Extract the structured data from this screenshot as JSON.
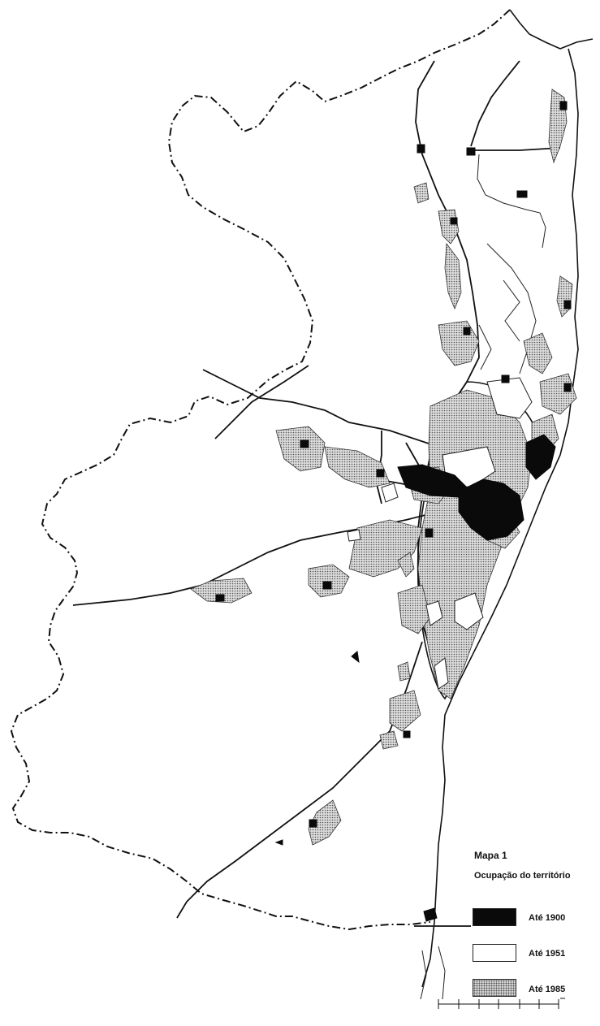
{
  "map": {
    "title": "Mapa 1",
    "subtitle": "Ocupação do território",
    "legend": [
      {
        "label": "Até 1900",
        "style": "solid-black",
        "color": "#0a0a0a"
      },
      {
        "label": "Até 1951",
        "style": "white",
        "color": "#ffffff"
      },
      {
        "label": "Até 1985",
        "style": "dotted-gray",
        "color": "#c8c8c8"
      }
    ],
    "colors": {
      "boundary": "#111111",
      "ink": "#0a0a0a",
      "stipple": "#555555"
    }
  }
}
